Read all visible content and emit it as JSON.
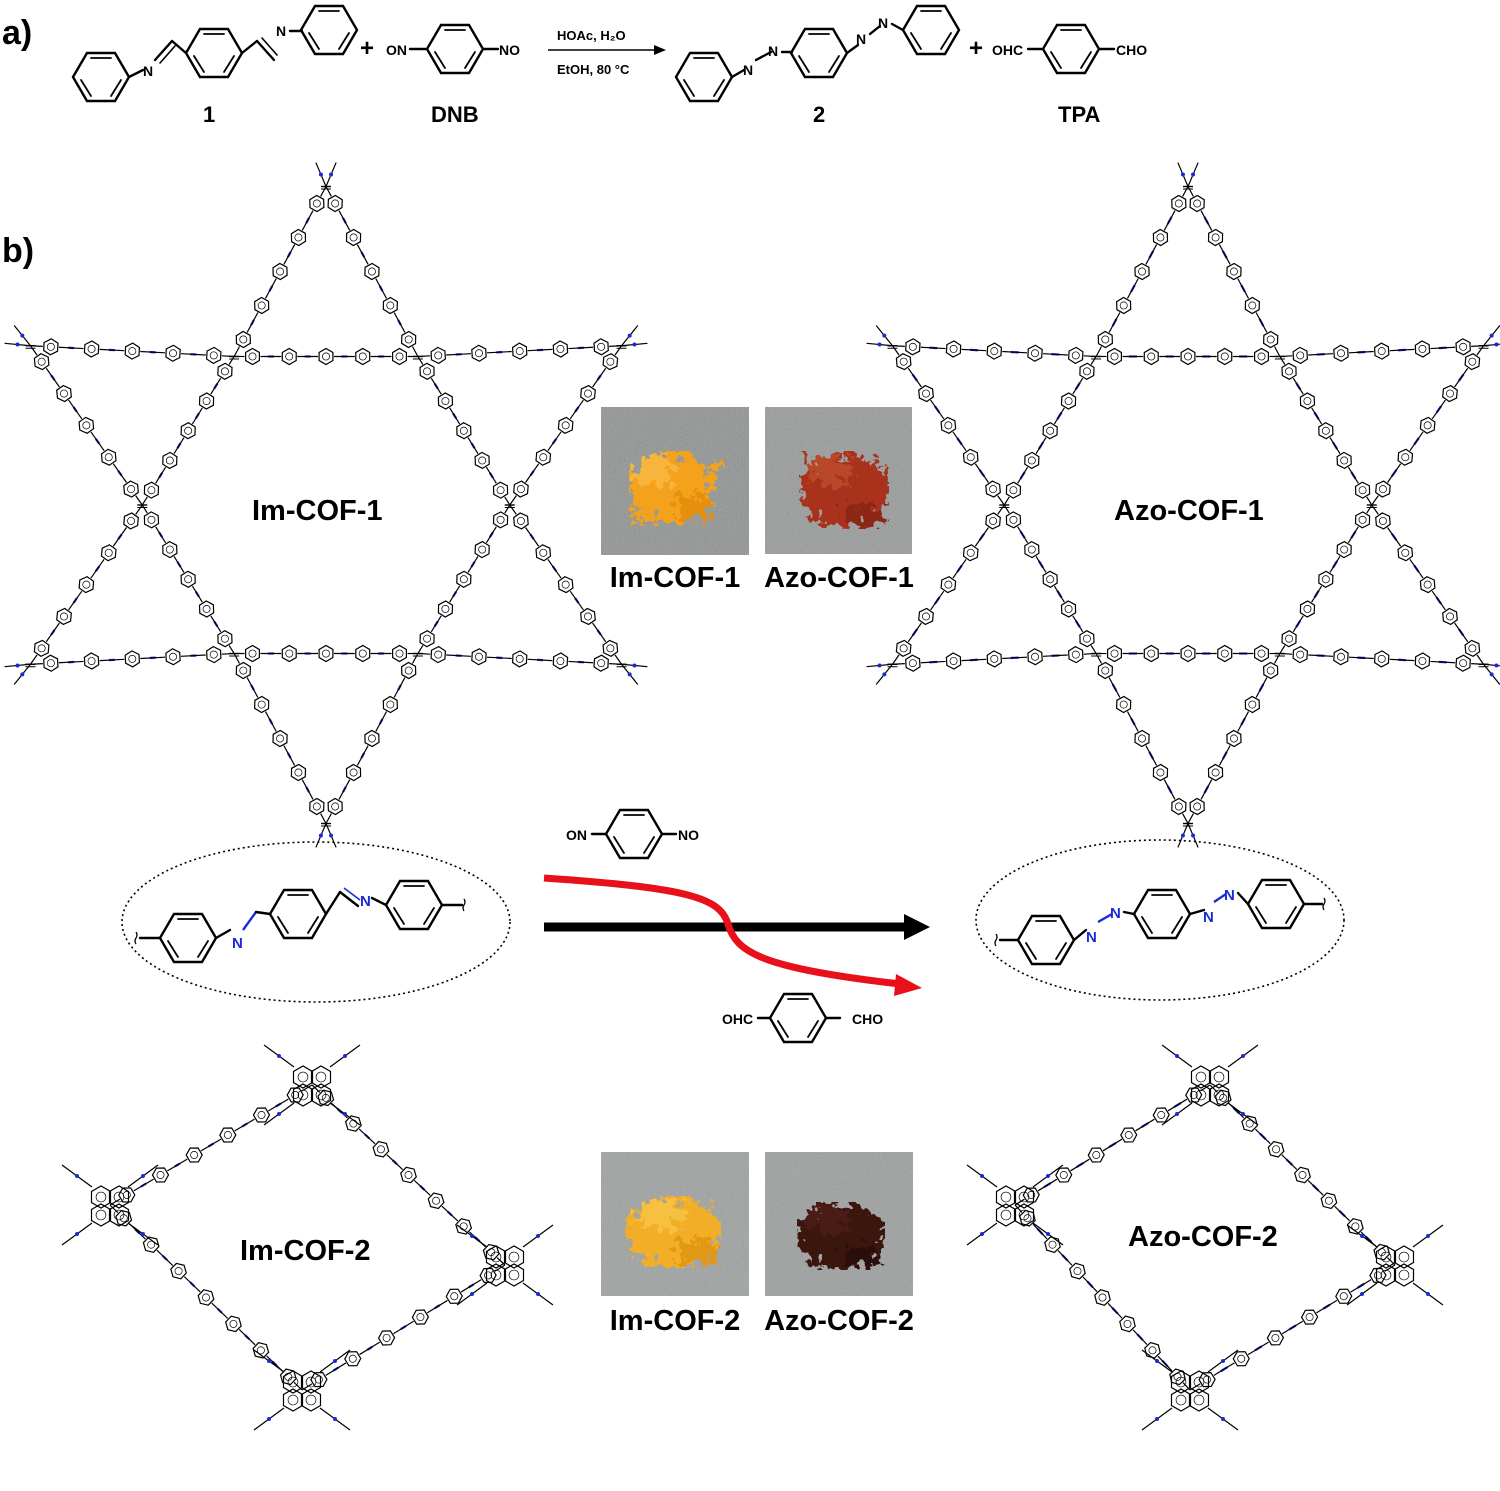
{
  "panel_a": {
    "label": "a)",
    "reagent_top": "HOAc, H₂O",
    "reagent_bottom": "EtOH, 80 °C",
    "plus": "+",
    "nitroso_left": "ON",
    "nitroso_right": "NO",
    "aldehyde_left": "OHC",
    "aldehyde_right": "CHO",
    "compounds": [
      "1",
      "DNB",
      "2",
      "TPA"
    ]
  },
  "panel_b": {
    "label": "b)",
    "framework_labels": {
      "im_cof_1": "Im-COF-1",
      "azo_cof_1": "Azo-COF-1",
      "im_cof_2": "Im-COF-2",
      "azo_cof_2": "Azo-COF-2"
    },
    "photo_captions": [
      "Im-COF-1",
      "Azo-COF-1",
      "Im-COF-2",
      "Azo-COF-2"
    ],
    "reagent_on": "ON",
    "reagent_no": "NO",
    "product_ohc": "OHC",
    "product_cho": "CHO",
    "imine_n": "N",
    "azo_n": "N"
  },
  "colors": {
    "nitrogen": "#1a2bd6",
    "reaction_arrow": "#000000",
    "byproduct_arrow": "#e8101a",
    "im_cof_1_powder": "#f4a11c",
    "azo_cof_1_powder": "#a8331d",
    "im_cof_2_powder": "#f2ae27",
    "azo_cof_2_powder": "#3a160e",
    "photo_background": "#8f9292"
  }
}
